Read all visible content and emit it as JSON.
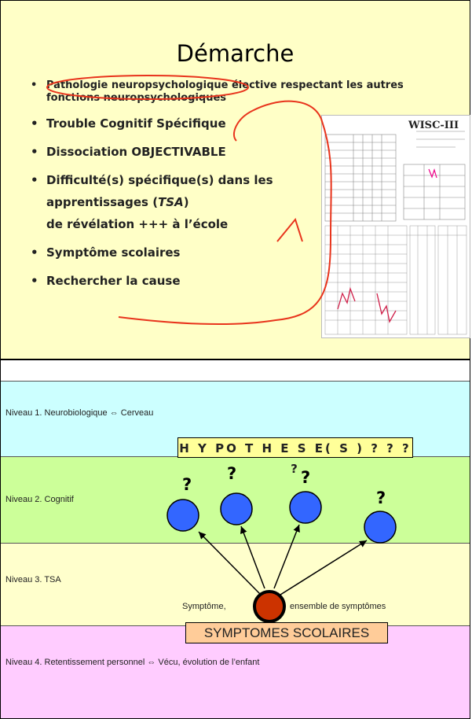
{
  "slide1": {
    "title": "Démarche",
    "bullet1_line1": "Pathologie neuropsychologique élective respectant les autres",
    "bullet1_line2": "fonctions neuropsychologiques",
    "bullet2": "Trouble  Cognitif Spécifique",
    "bullet3": "Dissociation OBJECTIVABLE",
    "bullet4_line1": "Difficulté(s) spécifique(s) dans les",
    "bullet4_line2_pre": "apprentissages (",
    "bullet4_tsa": "TSA",
    "bullet4_line2_post": ")",
    "bullet4_line3": "de révélation +++ à l’école",
    "bullet5": "Symptôme scolaires",
    "bullet6": "Rechercher la cause",
    "wisc_header": "WISC-III"
  },
  "slide2": {
    "level1": "Niveau 1. Neurobiologique  ⇔ Cerveau",
    "level2": "Niveau 2. Cognitif",
    "level3": "Niveau 3. TSA",
    "level4": "Niveau 4. Retentissement personnel ⇔ Vécu, évolution de l’enfant",
    "hypotheses": "H Y PO T H E S E( S ) ? ? ? ?",
    "symptom_left": "Symptôme,",
    "symptom_right": "ensemble de symptômes",
    "symptomes_scolaires": "SYMPTOMES SCOLAIRES",
    "question_mark": "?"
  },
  "colors": {
    "slide1_bg": "#ffffc7",
    "level1_bg": "#ccffff",
    "level2_bg": "#ccff99",
    "level3_bg": "#ffffcc",
    "level4_bg": "#ffccff",
    "node_blue": "#3366ff",
    "node_red": "#cc3300",
    "annotation_red": "#e8341c"
  }
}
